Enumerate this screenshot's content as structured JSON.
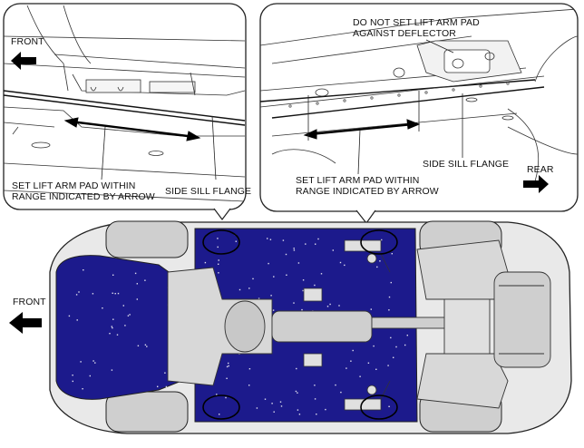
{
  "colors": {
    "floor_fill": "#1c1a8c",
    "body_fill": "#e9e9e9",
    "line": "#222222"
  },
  "left_callout": {
    "direction_label": "FRONT",
    "direction_arrow": "arrow-left-icon",
    "note": "SET LIFT ARM PAD WITHIN\nRANGE INDICATED BY ARROW",
    "flange_label": "SIDE SILL FLANGE"
  },
  "right_callout": {
    "warning": "DO NOT SET LIFT ARM PAD\nAGAINST DEFLECTOR",
    "note": "SET LIFT ARM PAD WITHIN\nRANGE INDICATED BY ARROW",
    "flange_label": "SIDE SILL FLANGE",
    "direction_label": "REAR",
    "direction_arrow": "arrow-right-icon"
  },
  "main_view": {
    "direction_label": "FRONT",
    "direction_arrow": "arrow-left-icon"
  }
}
